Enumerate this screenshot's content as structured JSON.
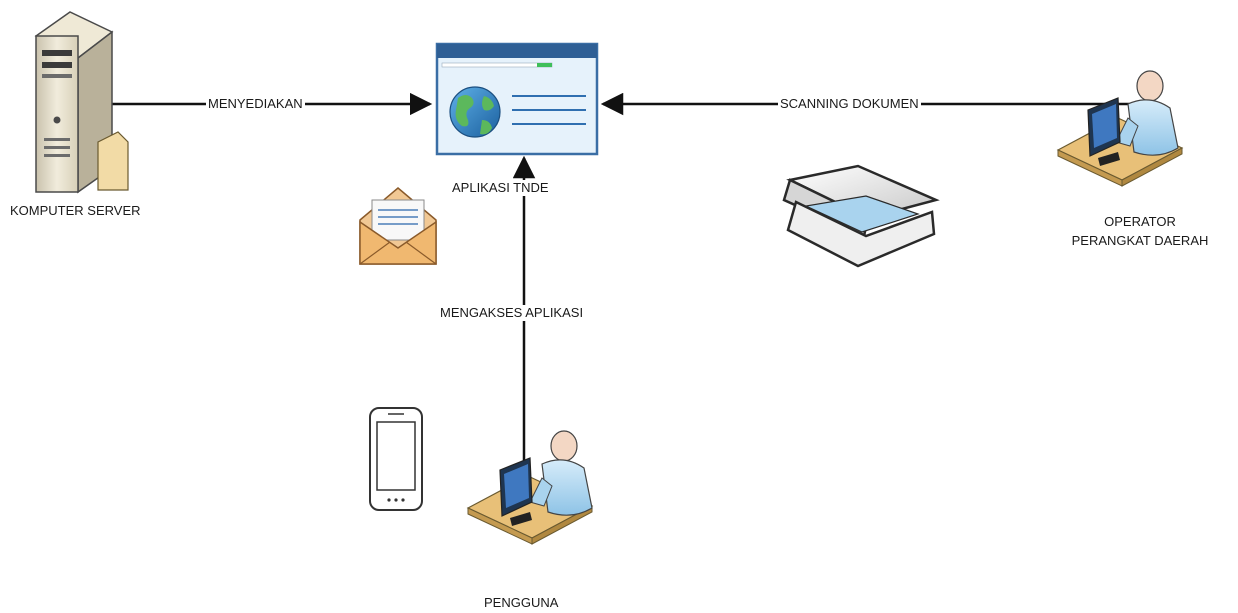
{
  "nodes": {
    "server": {
      "label": "KOMPUTER SERVER",
      "icon": "server-icon"
    },
    "app": {
      "label": "APLIKASI TNDE",
      "icon": "web-application-icon"
    },
    "operator": {
      "label_line1": "OPERATOR",
      "label_line2": "PERANGKAT DAERAH",
      "icon": "user-at-computer-icon"
    },
    "user": {
      "label": "PENGGUNA",
      "icon": "user-at-computer-icon"
    }
  },
  "edges": {
    "server_to_app": "MENYEDIAKAN",
    "operator_to_app": "SCANNING DOKUMEN",
    "user_to_app": "MENGAKSES APLIKASI"
  },
  "decorations": [
    "mail-envelope-icon",
    "scanner-icon",
    "smartphone-icon"
  ],
  "colors": {
    "line": "#111111",
    "browser_border": "#3a6ea5",
    "desk": "#e8c078",
    "person": "#a9d3ee"
  }
}
